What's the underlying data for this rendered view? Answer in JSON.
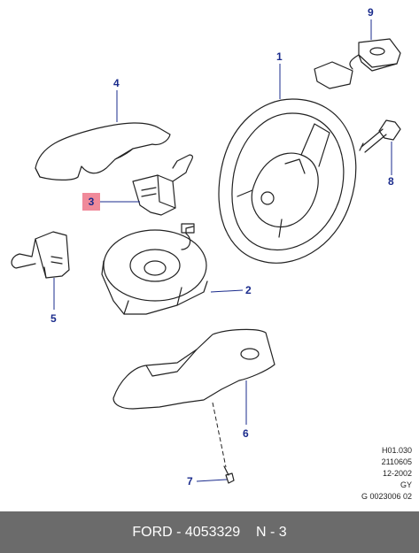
{
  "callouts": {
    "c1": "1",
    "c2": "2",
    "c3": "3",
    "c4": "4",
    "c5": "5",
    "c6": "6",
    "c7": "7",
    "c8": "8",
    "c9": "9"
  },
  "reference": {
    "line1": "H01.030",
    "line2": "2110605",
    "line3": "12-2002",
    "line4": "GY",
    "line5": "G 0023006 02"
  },
  "footer": {
    "brand": "FORD",
    "separator1": " - ",
    "part_number": "4053329",
    "gap": "    ",
    "section": "N - 3"
  },
  "colors": {
    "callout_text": "#1a2b8c",
    "highlight": "#f08a9a",
    "footer_bg": "#6b6b6b"
  }
}
